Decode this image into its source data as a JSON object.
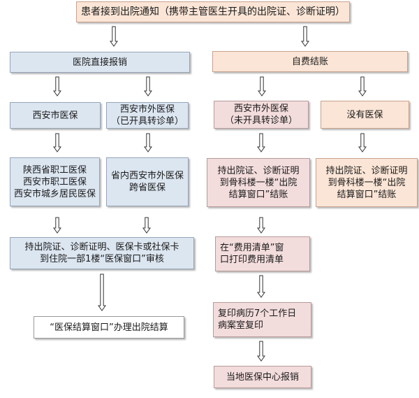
{
  "colors": {
    "blue": "#dce6f1",
    "pink": "#f3dcdc",
    "peach": "#fbe5d6",
    "white": "#ffffff"
  },
  "nodes": {
    "top": "患者接到出院通知（携带主管医生开具的出院证、诊断证明）",
    "hospital_direct": "医院直接报销",
    "self_pay": "自费结账",
    "xian_insurance": "西安市医保",
    "outside_insurance_with_referral": "西安市外医保\n（已开具转诊单）",
    "outside_insurance_no_referral": "西安市外医保\n（未开具转诊单）",
    "no_insurance": "没有医保",
    "insurance_types": "陕西省职工医保\n西安市职工医保\n西安市城乡居民医保",
    "province_cross": "省内西安市外医保\n跨省医保",
    "settle_ortho_a": "持出院证、诊断证明\n到骨科楼一楼“出院\n结算窗口”结账",
    "settle_ortho_b": "持出院证、诊断证明\n到骨科楼一楼“出院\n结算窗口”结账",
    "review_window": "持出院证、诊断证明、医保卡或社保卡\n到住院一部1楼“医保窗口”审核",
    "print_bill": "在“费用清单”窗\n口打印费用清单",
    "final_settle": "“医保结算窗口”办理出院结算",
    "copy_records": "复印病历7个工作日\n病案室复印",
    "local_reimburse": "当地医保中心报销"
  }
}
